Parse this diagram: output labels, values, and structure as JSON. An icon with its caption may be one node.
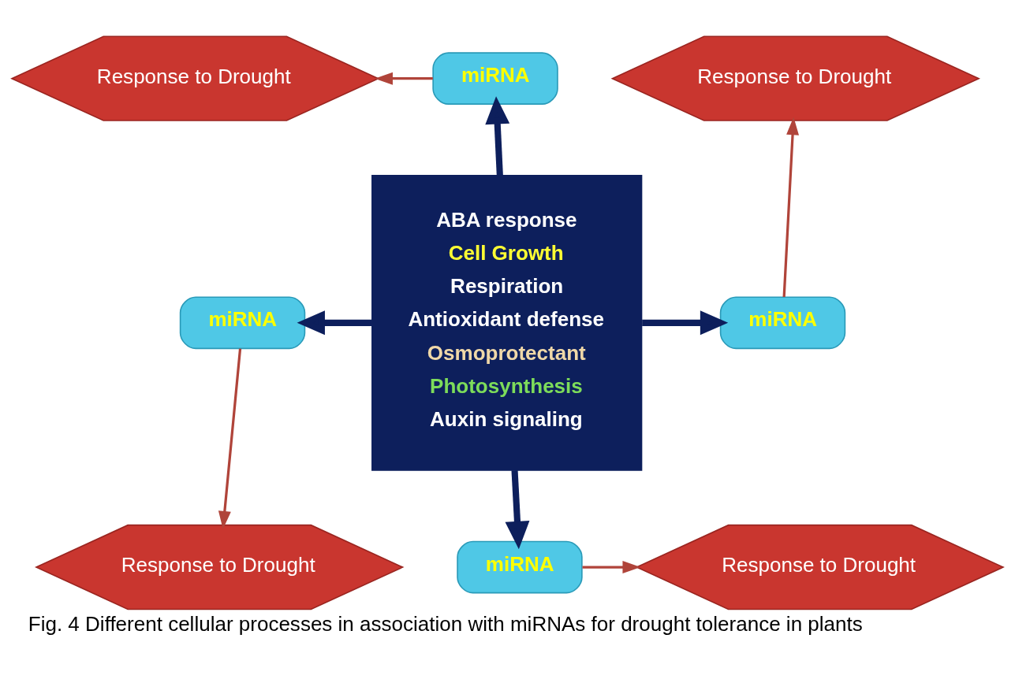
{
  "diagram": {
    "caption": "Fig. 4 Different cellular processes in association with miRNAs for drought tolerance in plants",
    "nodes": [
      {
        "text": [
          "ABA response",
          "Cell Growth",
          "Respiration",
          "Antioxidant defense",
          "Osmoprotectant",
          "Photosynthesis",
          "Auxin signaling"
        ]
      },
      {
        "text": [
          "miRNA"
        ]
      },
      {
        "text": [
          "Response to Drought"
        ]
      },
      {
        "text": [
          "miRNA"
        ]
      },
      {
        "text": [
          "Response to Drought"
        ]
      },
      {
        "text": [
          "miRNA"
        ]
      },
      {
        "text": [
          "Response to Drought"
        ]
      },
      {
        "text": [
          "miRNA"
        ]
      },
      {
        "text": [
          "Response to Drought"
        ]
      }
    ],
    "edges": [
      {
        "from": 0,
        "to": 1,
        "arrow": "to",
        "style": "thick",
        "color": "#0d1f5c"
      },
      {
        "from": 0,
        "to": 3,
        "arrow": "to",
        "style": "thick",
        "color": "#0d1f5c"
      },
      {
        "from": 0,
        "to": 5,
        "arrow": "to",
        "style": "thick",
        "color": "#0d1f5c"
      },
      {
        "from": 0,
        "to": 7,
        "arrow": "to",
        "style": "thick",
        "color": "#0d1f5c"
      },
      {
        "from": 1,
        "to": 2,
        "arrow": "to",
        "color": "#b0443a"
      },
      {
        "from": 3,
        "to": 4,
        "arrow": "to",
        "color": "#b0443a"
      },
      {
        "from": 5,
        "to": 6,
        "arrow": "to",
        "color": "#b0443a"
      },
      {
        "from": 7,
        "to": 8,
        "arrow": "to",
        "color": "#b0443a"
      }
    ]
  }
}
